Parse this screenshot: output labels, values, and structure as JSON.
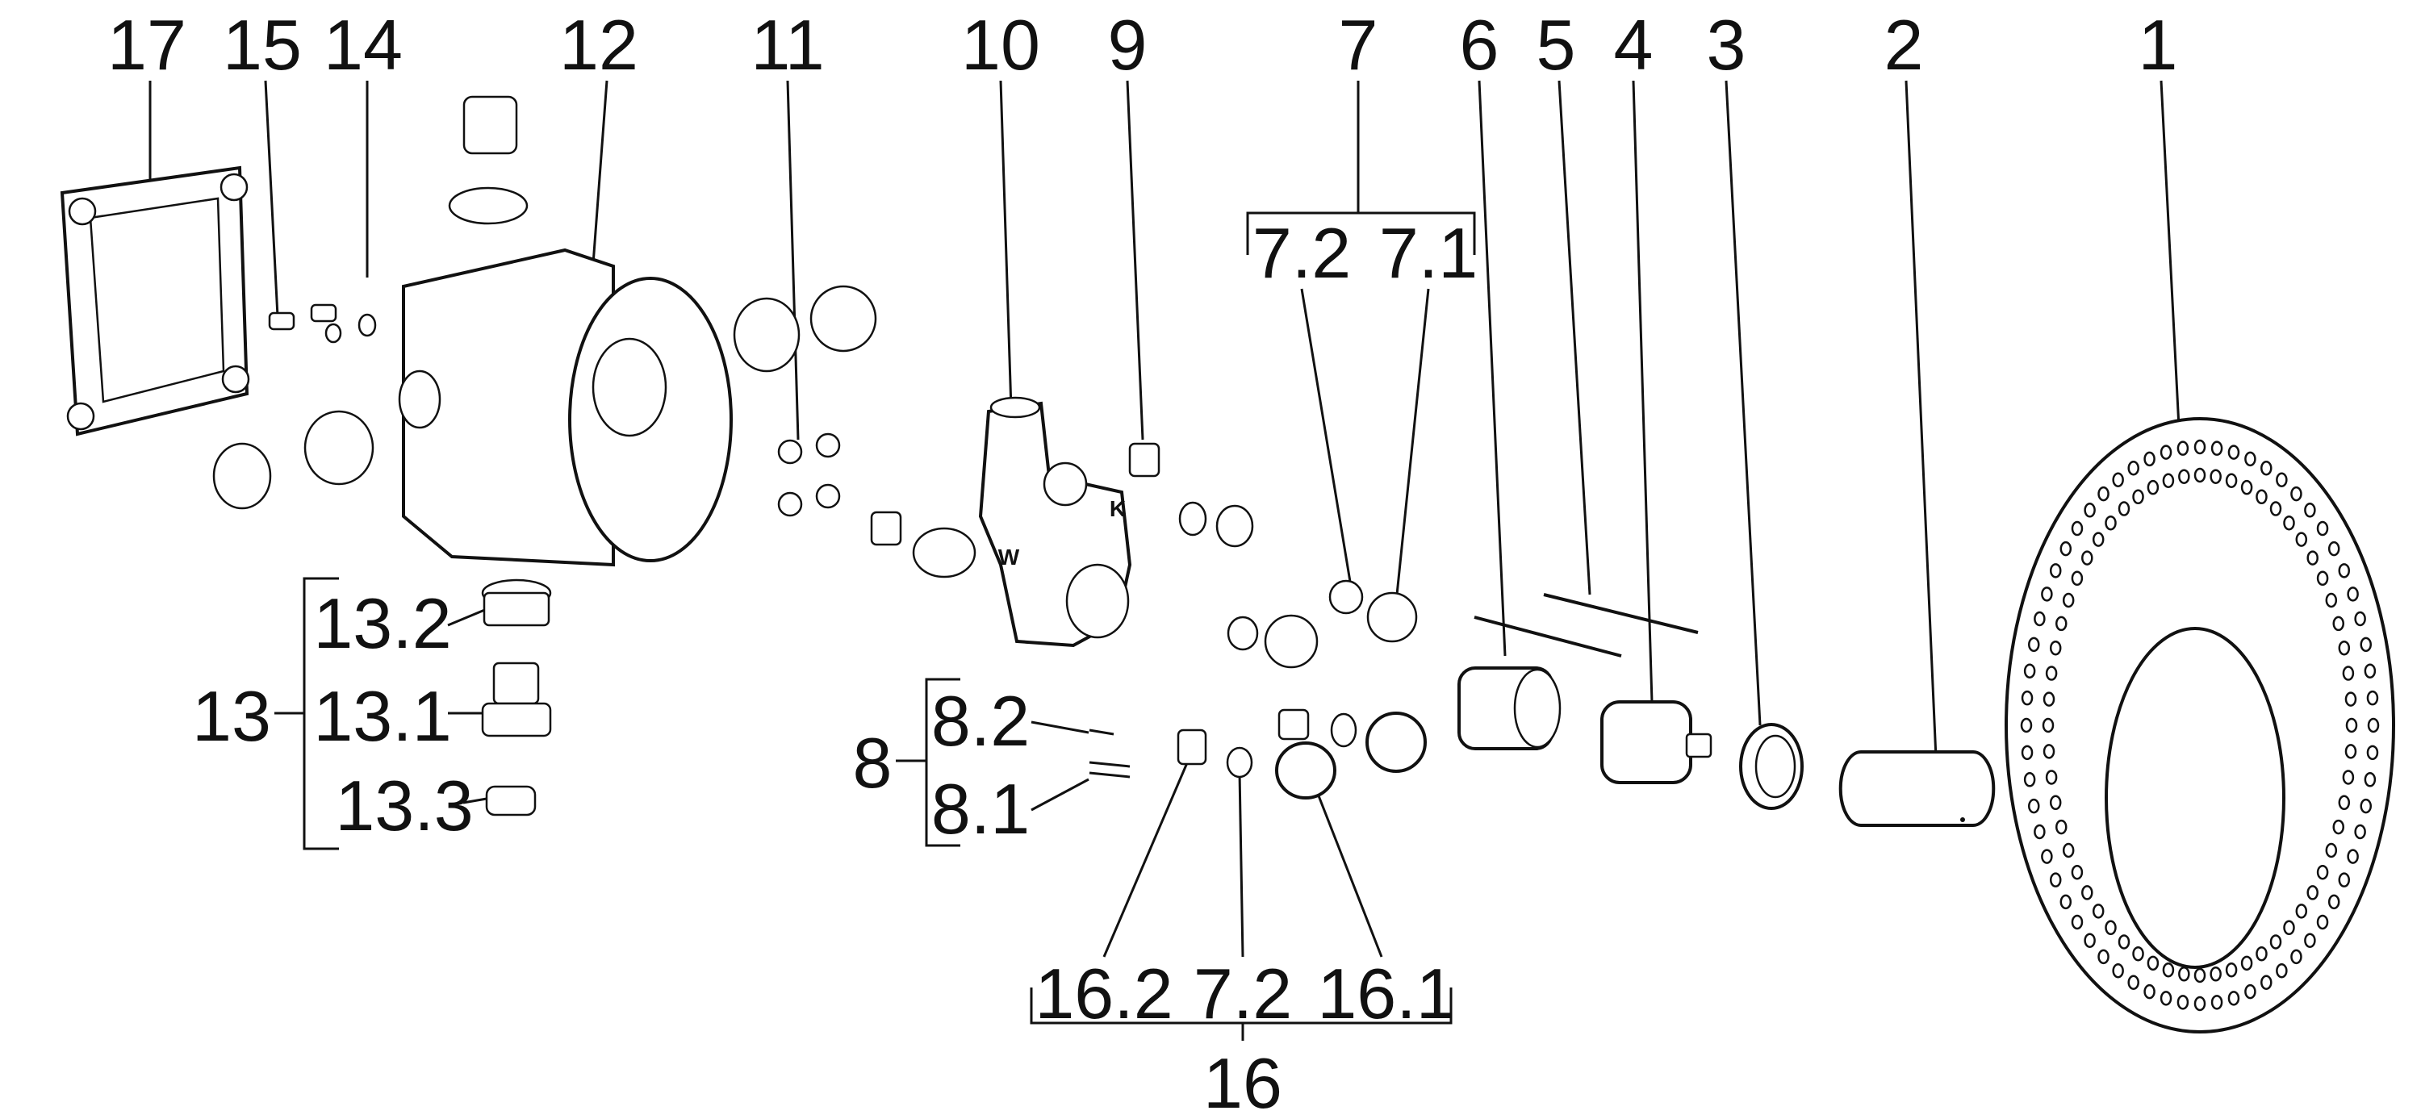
{
  "diagram": {
    "type": "exploded-parts-view",
    "labels": {
      "p17": "17",
      "p15": "15",
      "p14": "14",
      "p12": "12",
      "p11": "11",
      "p10": "10",
      "p9": "9",
      "p7": "7",
      "p6": "6",
      "p5": "5",
      "p4": "4",
      "p3": "3",
      "p2": "2",
      "p1": "1",
      "p7_2_top": "7.2",
      "p7_1": "7.1",
      "p13": "13",
      "p13_2": "13.2",
      "p13_1": "13.1",
      "p13_3": "13.3",
      "p8": "8",
      "p8_2": "8.2",
      "p8_1": "8.1",
      "p16": "16",
      "p16_2": "16.2",
      "p7_2_bottom": "7.2",
      "p16_1": "16.1"
    },
    "body_markings": {
      "warm": "W",
      "cold": "K"
    }
  }
}
